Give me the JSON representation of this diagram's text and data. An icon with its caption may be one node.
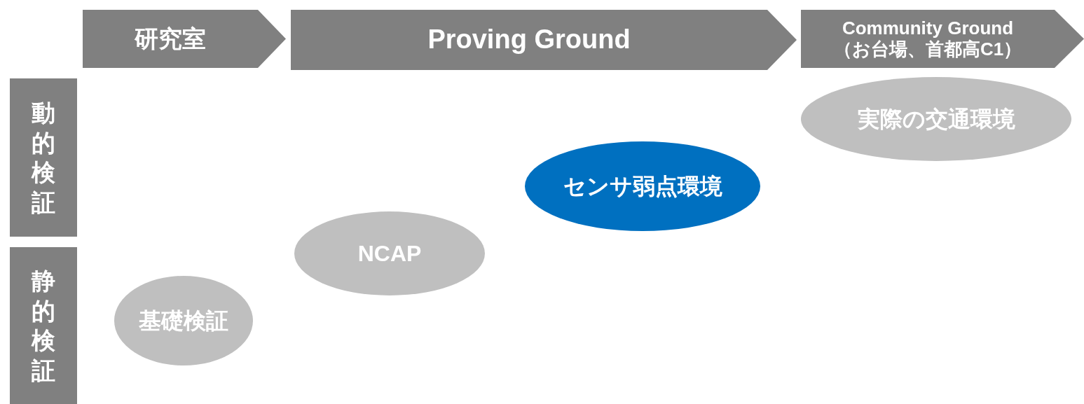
{
  "diagram": {
    "nodes": [
      {
        "text": [
          "研究室"
        ]
      },
      {
        "text": [
          "Proving Ground"
        ]
      },
      {
        "text": [
          "Community Ground",
          "（お台場、首都高C1）"
        ]
      },
      {
        "text": [
          "動的検証"
        ]
      },
      {
        "text": [
          "静的検証"
        ]
      },
      {
        "text": [
          "実際の交通環境"
        ]
      },
      {
        "text": [
          "センサ弱点環境"
        ]
      },
      {
        "text": [
          "NCAP"
        ]
      },
      {
        "text": [
          "基礎検証"
        ]
      }
    ]
  }
}
